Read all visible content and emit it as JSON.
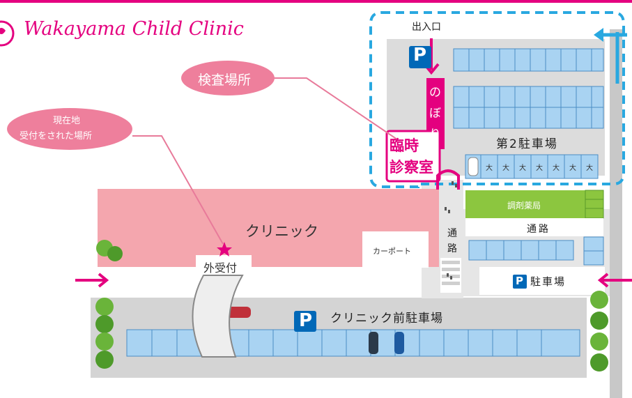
{
  "header": {
    "clinic_name": "Wakayama Child Clinic"
  },
  "callouts": {
    "inspection_place": "検査場所",
    "current_location_line1": "現在地",
    "current_location_line2": "受付をされた場所"
  },
  "buildings": {
    "clinic": "クリニック",
    "carport": "カーポート",
    "outdoor_reception": "外受付",
    "pharmacy": "調剤薬局",
    "temporary_exam_room_line1": "臨時",
    "temporary_exam_room_line2": "診察室"
  },
  "parking": {
    "entrance_exit": "出入口",
    "second_lot": "第2駐車場",
    "large_space_label": "大",
    "small_lot": "駐車場",
    "front_lot": "クリニック前駐車場",
    "p_symbol": "P"
  },
  "paths": {
    "walkway_horizontal": "通路",
    "walkway_vertical_1": "通",
    "walkway_vertical_2": "路"
  },
  "banner": {
    "char1": "の",
    "char2": "ぼ",
    "char3": "り"
  },
  "colors": {
    "brand_pink": "#e4007f",
    "clinic_pink": "#f4a6ae",
    "parking_blue": "#a9d3f2",
    "road_gray": "#d4d4d4",
    "pharmacy_green": "#8cc63f",
    "dashed_blue": "#29a8e0",
    "p_sign_blue": "#0068b7"
  }
}
